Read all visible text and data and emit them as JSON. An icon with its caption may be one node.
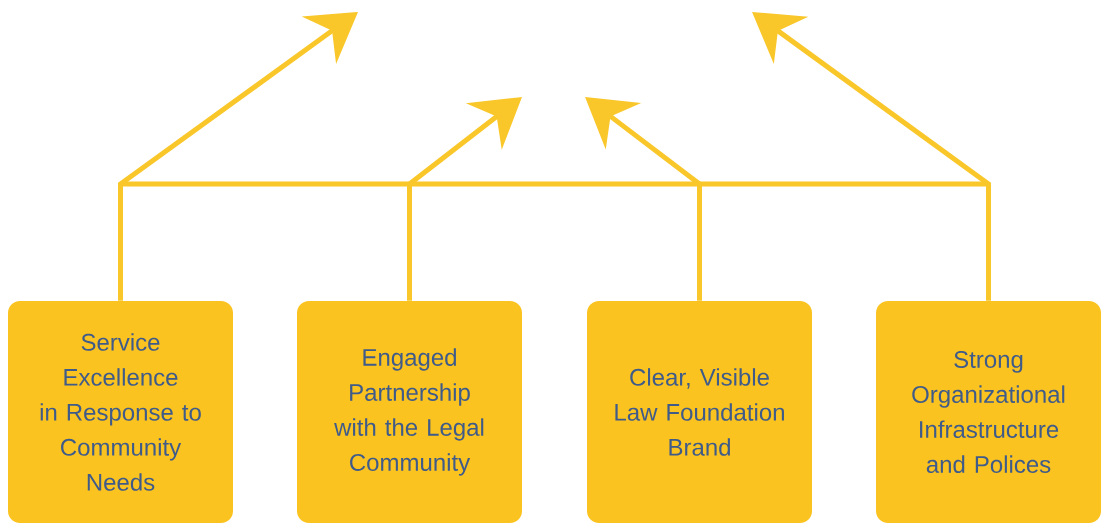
{
  "diagram": {
    "nodes": [
      {
        "text": [
          "Service Excellence in Response to Community Needs"
        ]
      },
      {
        "text": [
          "Engaged Partnership with the Legal Community"
        ]
      },
      {
        "text": [
          "Clear, Visible Law Foundation Brand"
        ]
      },
      {
        "text": [
          "Strong Organizational Infrastructure and Polices"
        ]
      }
    ],
    "edges": [
      {
        "from": 0,
        "to": null,
        "arrow": "to"
      },
      {
        "from": 1,
        "to": null,
        "arrow": "to"
      },
      {
        "from": 2,
        "to": null,
        "arrow": "to"
      },
      {
        "from": 3,
        "to": null,
        "arrow": "to"
      }
    ]
  }
}
